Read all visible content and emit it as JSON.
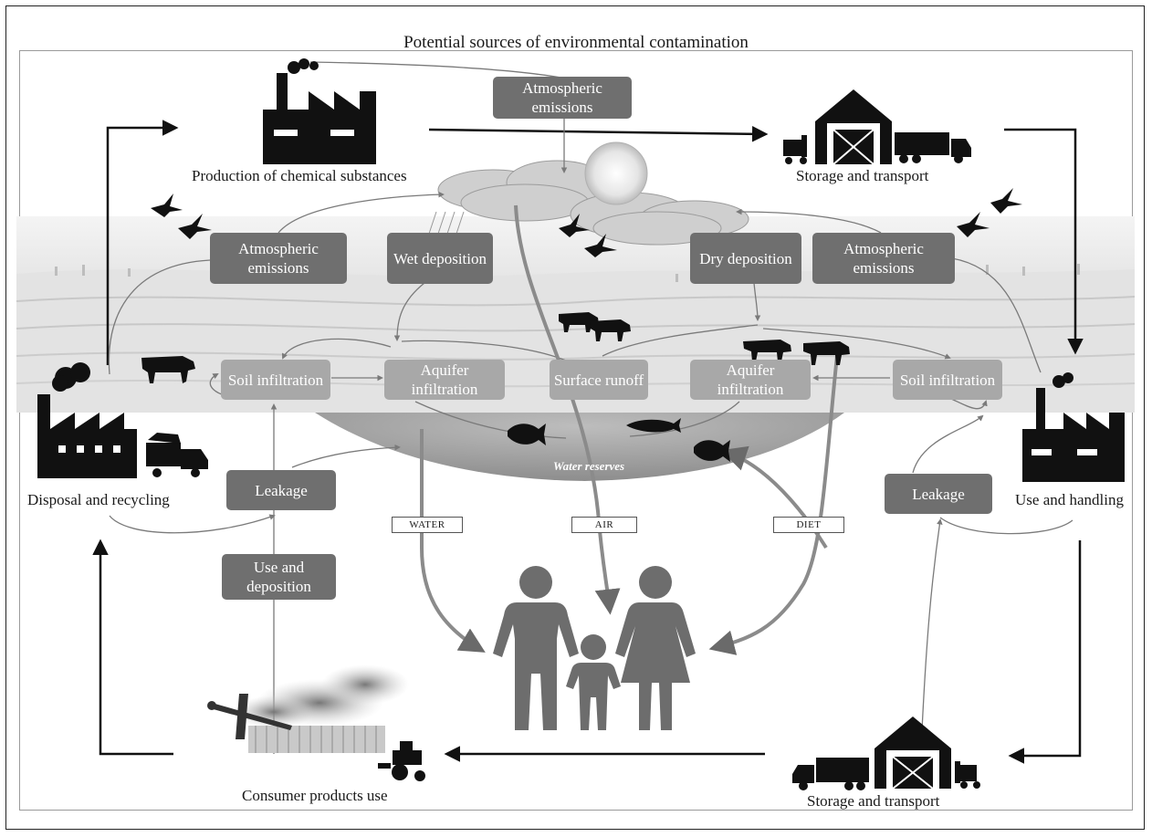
{
  "title": "Potential sources of environmental contamination",
  "labels": {
    "production": "Production of chemical substances",
    "storage_top": "Storage and transport",
    "disposal": "Disposal and recycling",
    "use_handling": "Use and handling",
    "consumer": "Consumer products use",
    "storage_bottom": "Storage and transport",
    "water_reserves": "Water reserves"
  },
  "boxes": {
    "atm_top": "Atmospheric emissions",
    "atm_left": "Atmospheric emissions",
    "wet_dep": "Wet deposition",
    "dry_dep": "Dry deposition",
    "atm_right": "Atmospheric emissions",
    "soil_left": "Soil infiltration",
    "aquifer_left": "Aquifer infiltration",
    "surface_runoff": "Surface runoff",
    "aquifer_right": "Aquifer infiltration",
    "soil_right": "Soil infiltration",
    "leakage_left": "Leakage",
    "leakage_right": "Leakage",
    "use_deposition": "Use and deposition"
  },
  "tags": {
    "water": "WATER",
    "air": "AIR",
    "diet": "DIET"
  }
}
